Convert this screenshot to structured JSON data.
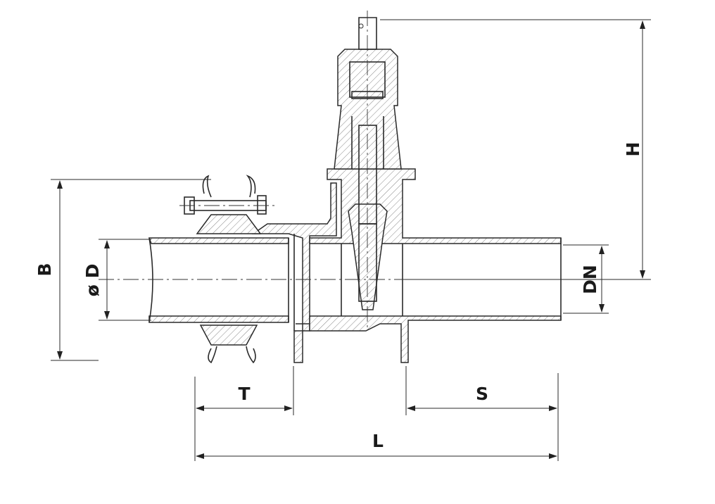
{
  "drawing": {
    "title": "Gate valve with socket connection - dimension drawing",
    "dimensions": {
      "H": "H",
      "B": "B",
      "D": "ø D",
      "DN": "DN",
      "T": "T",
      "S": "S",
      "L": "L"
    }
  }
}
